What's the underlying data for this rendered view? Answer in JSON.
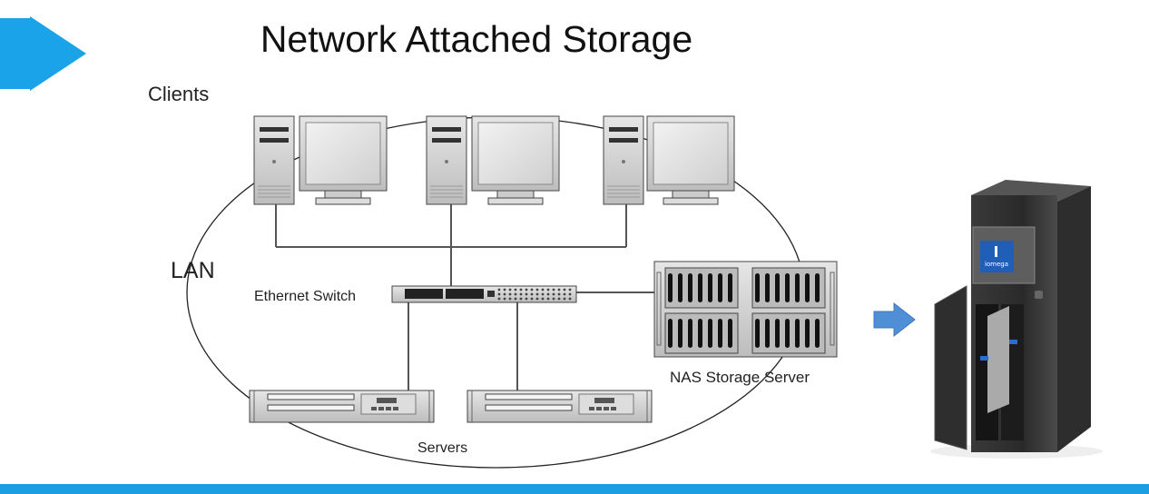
{
  "slide": {
    "title": "Network Attached Storage",
    "accent_color": "#1aa0e0"
  },
  "diagram": {
    "clients_label": "Clients",
    "lan_label": "LAN",
    "switch_label": "Ethernet Switch",
    "nas_label": "NAS Storage Server",
    "servers_label": "Servers"
  },
  "device_photo": {
    "brand": "iomega"
  }
}
